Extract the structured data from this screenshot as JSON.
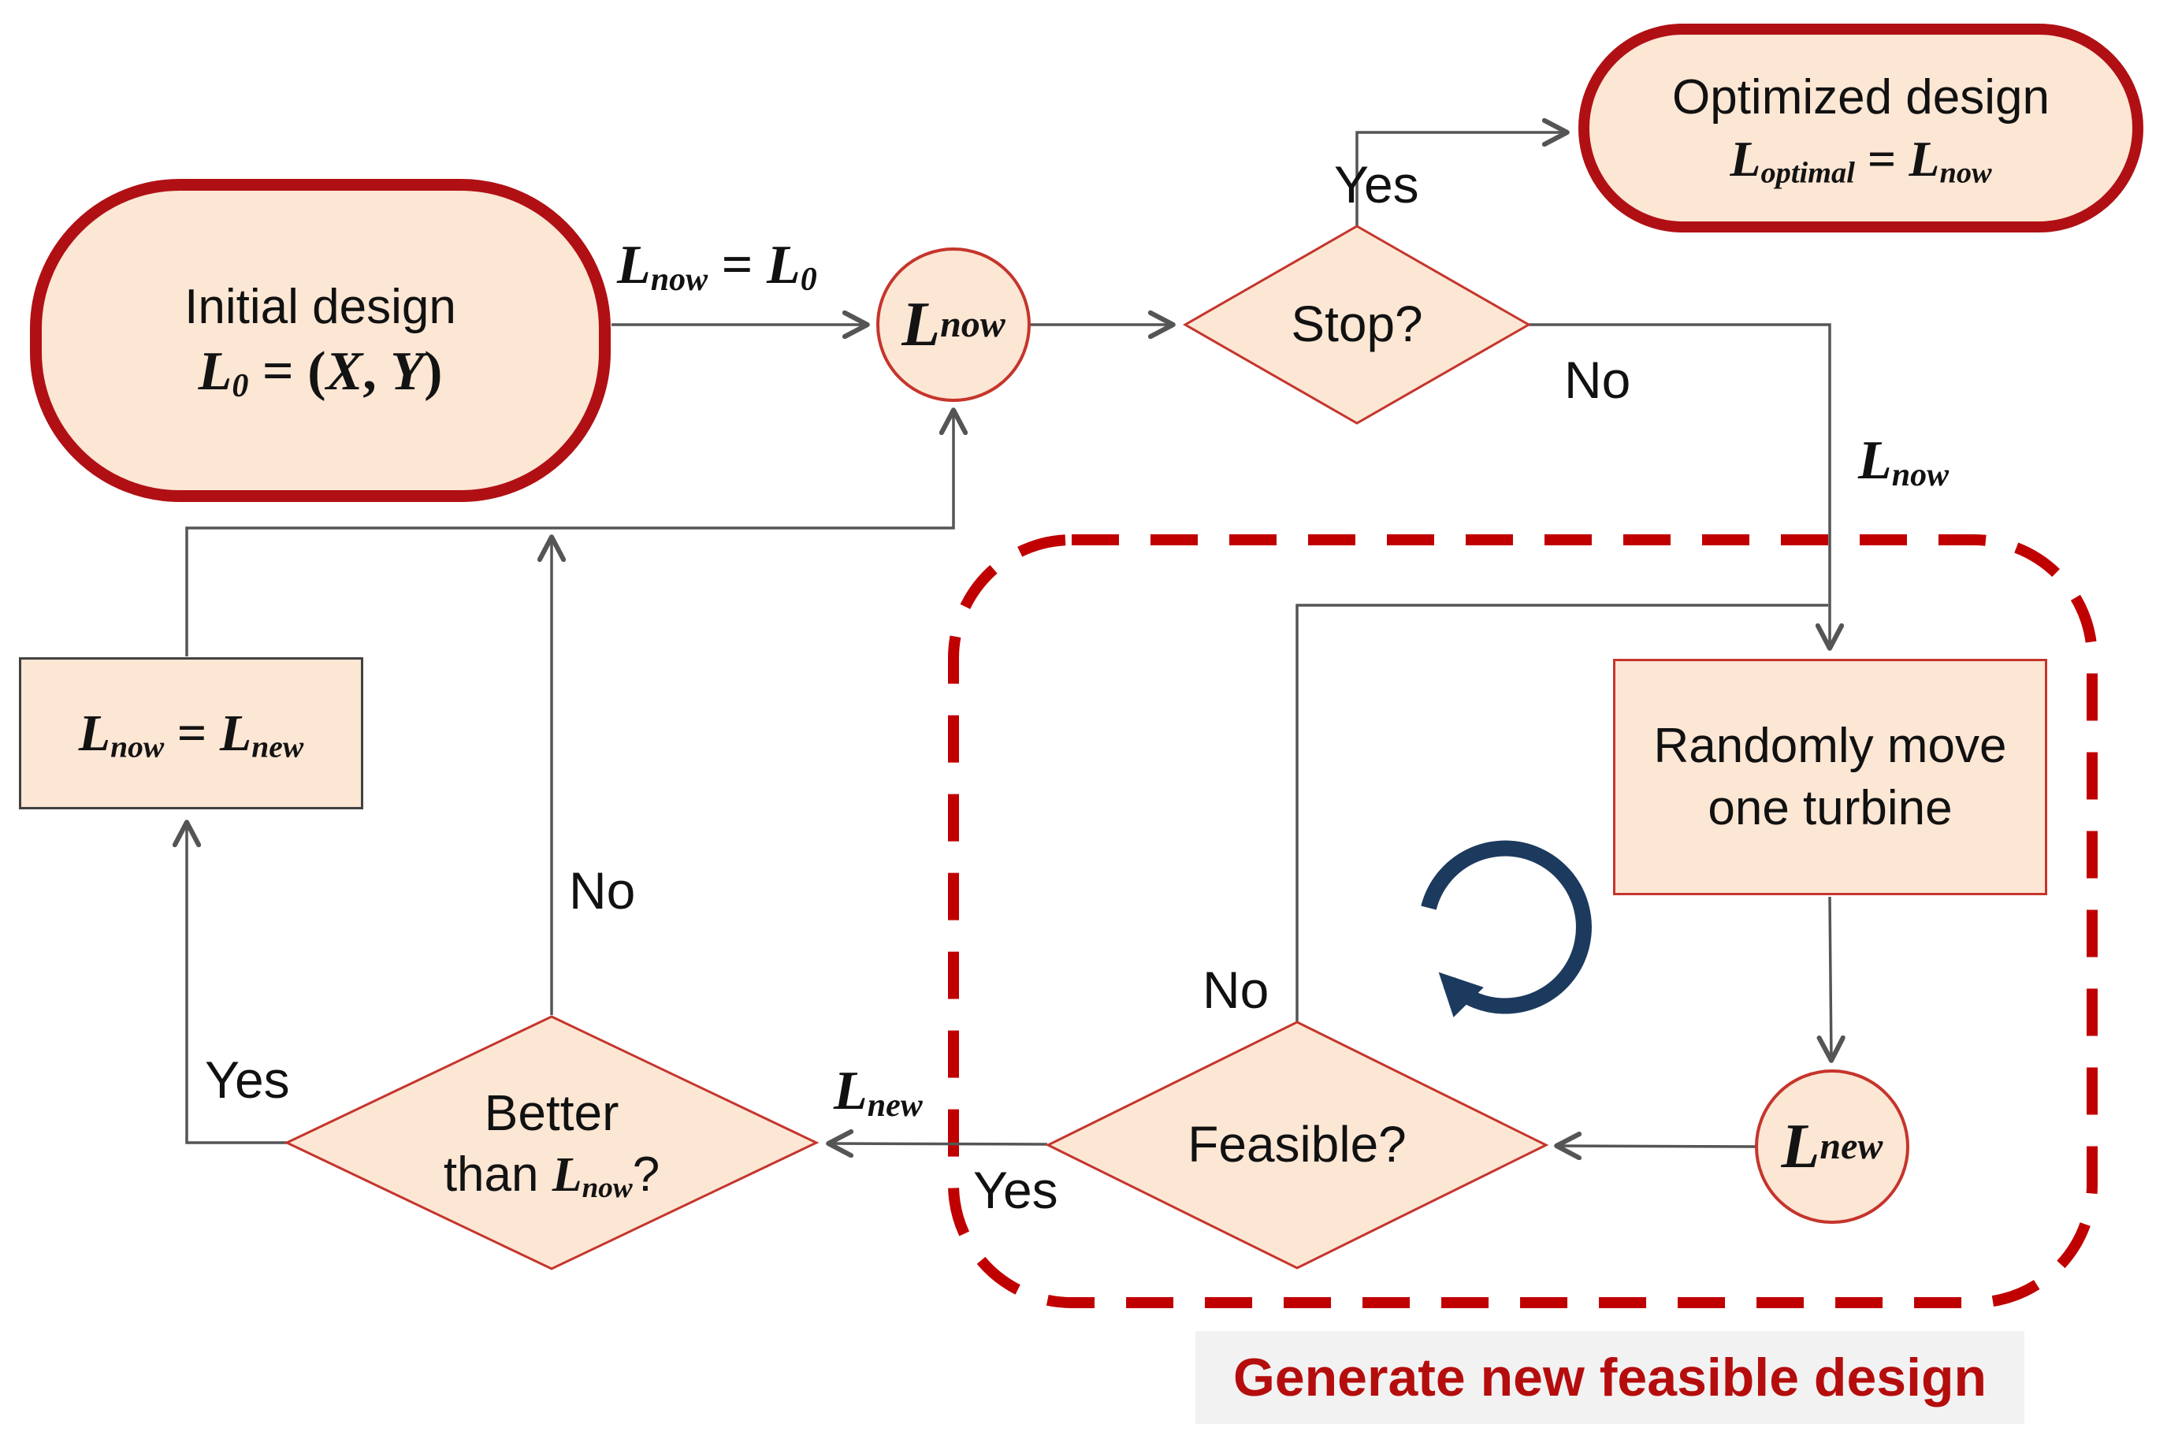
{
  "flowchart": {
    "nodes": {
      "initial_design": {
        "title": "Initial design"
      },
      "optimized_design": {
        "title": "Optimized design"
      },
      "stop_decision": {
        "label": "Stop?"
      },
      "randomly_move": {
        "line1": "Randomly move",
        "line2": "one turbine"
      },
      "feasible_decision": {
        "label": "Feasible?"
      },
      "better_decision": {
        "line1": "Better"
      },
      "generate_banner": {
        "text": "Generate new feasible design"
      }
    },
    "edge_labels": {
      "yes_stop": "Yes",
      "no_stop": "No",
      "no_feasible": "No",
      "yes_feasible": "Yes",
      "yes_better": "Yes",
      "no_better": "No"
    },
    "formulas": {
      "initial": [
        {
          "t": "L",
          "k": "var"
        },
        {
          "t": "0",
          "k": "sub"
        },
        {
          "t": " = (",
          "k": "op"
        },
        {
          "t": "X",
          "k": "var"
        },
        {
          "t": ", ",
          "k": "op"
        },
        {
          "t": "Y",
          "k": "var"
        },
        {
          "t": ")",
          "k": "op"
        }
      ],
      "optimized": [
        {
          "t": "L",
          "k": "var"
        },
        {
          "t": "optimal",
          "k": "sub"
        },
        {
          "t": " = ",
          "k": "op"
        },
        {
          "t": "L",
          "k": "var"
        },
        {
          "t": "now",
          "k": "sub"
        }
      ],
      "assign_edge": [
        {
          "t": "L",
          "k": "var"
        },
        {
          "t": "now",
          "k": "sub"
        },
        {
          "t": " = ",
          "k": "op"
        },
        {
          "t": "L",
          "k": "var"
        },
        {
          "t": "0",
          "k": "sub"
        }
      ],
      "lnow_circle": [
        {
          "t": "L",
          "k": "var"
        },
        {
          "t": "now",
          "k": "sub"
        }
      ],
      "lnew_circle": [
        {
          "t": "L",
          "k": "var"
        },
        {
          "t": "new",
          "k": "sub"
        }
      ],
      "lnow_edge": [
        {
          "t": "L",
          "k": "var"
        },
        {
          "t": "now",
          "k": "sub"
        }
      ],
      "lnew_edge": [
        {
          "t": "L",
          "k": "var"
        },
        {
          "t": "new",
          "k": "sub"
        }
      ],
      "assign_box": [
        {
          "t": "L",
          "k": "var"
        },
        {
          "t": "now",
          "k": "sub"
        },
        {
          "t": " = ",
          "k": "op"
        },
        {
          "t": "L",
          "k": "var"
        },
        {
          "t": "new",
          "k": "sub"
        }
      ],
      "better_line2": [
        {
          "t": "than ",
          "k": "txt"
        },
        {
          "t": "L",
          "k": "var"
        },
        {
          "t": "now",
          "k": "sub"
        },
        {
          "t": "?",
          "k": "txt"
        }
      ]
    },
    "colors": {
      "shape_fill": "#fce6d4",
      "stadium_border": "#b01014",
      "thin_border": "#c5352c",
      "connector": "#555555",
      "dashed_region": "#c00000",
      "loop_icon": "#1c3a5e",
      "banner_text": "#b50d0d",
      "banner_bg": "#f2f2f2"
    }
  }
}
